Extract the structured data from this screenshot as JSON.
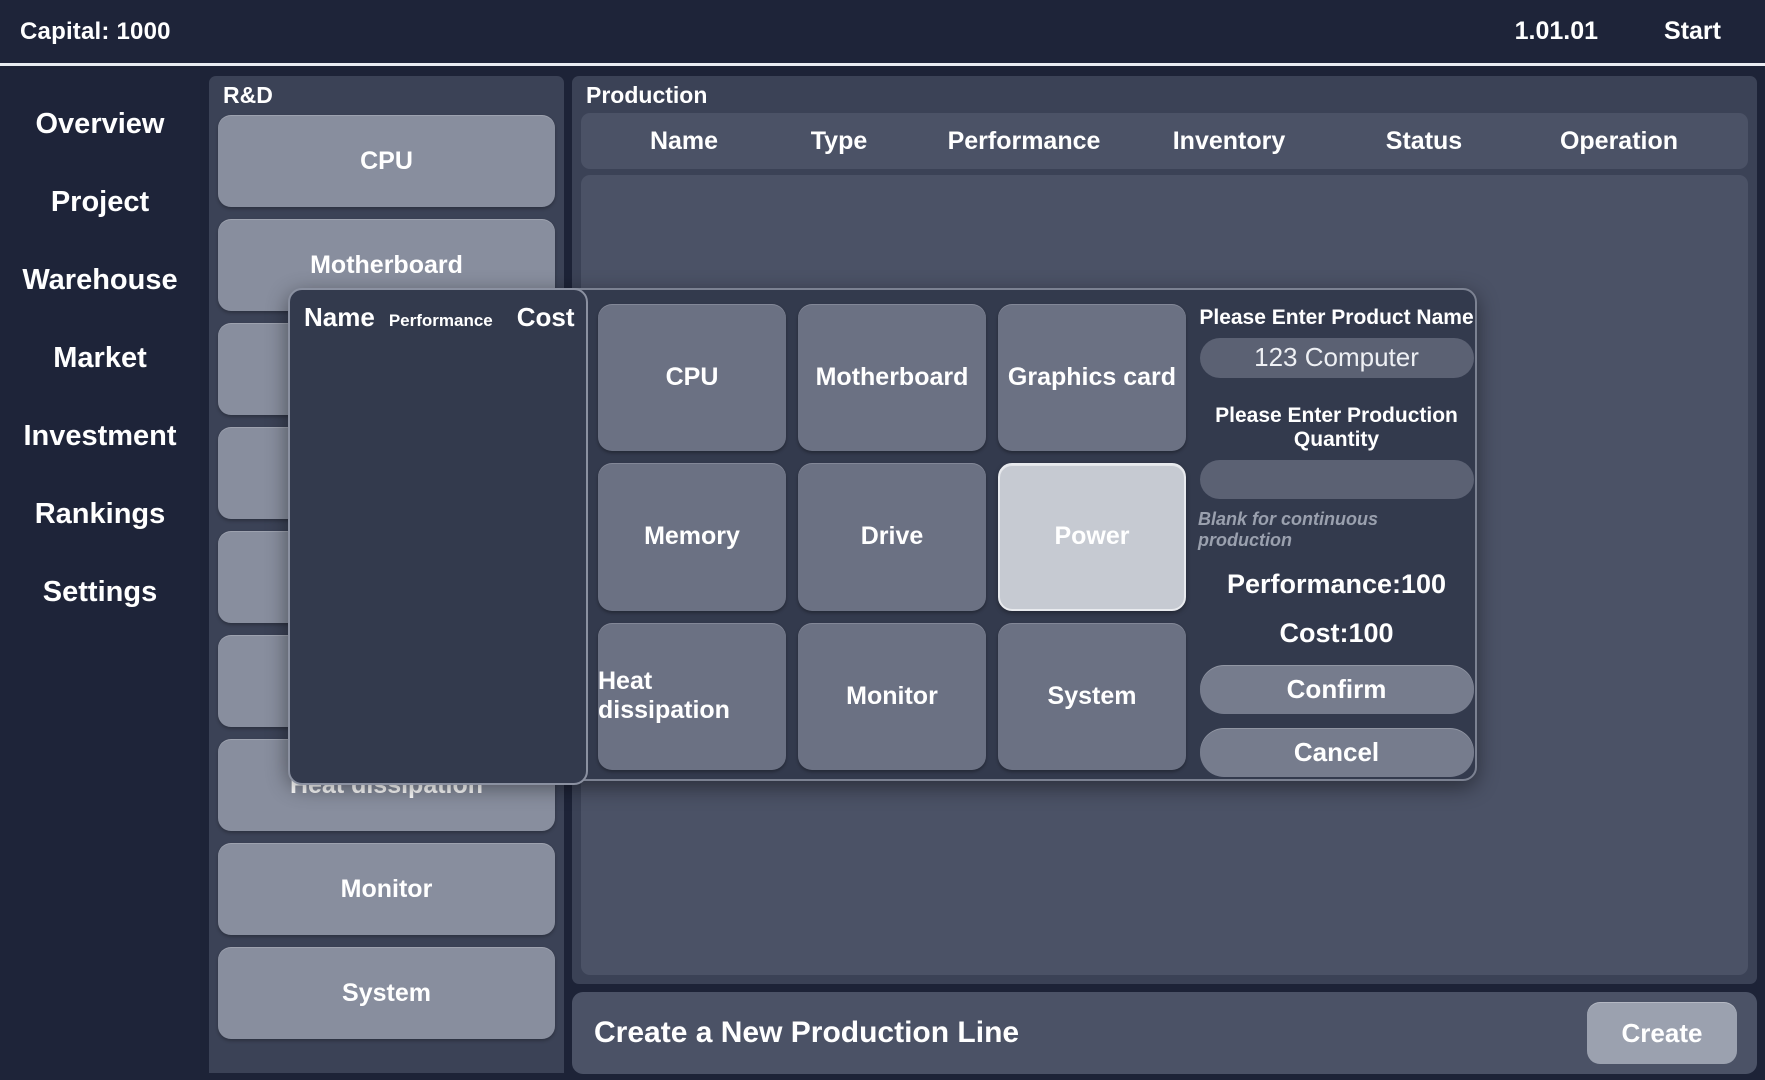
{
  "topbar": {
    "capital_label": "Capital: 1000",
    "date": "1.01.01",
    "start_label": "Start"
  },
  "sidebar": {
    "items": [
      {
        "label": "Overview"
      },
      {
        "label": "Project"
      },
      {
        "label": "Warehouse"
      },
      {
        "label": "Market"
      },
      {
        "label": "Investment"
      },
      {
        "label": "Rankings"
      },
      {
        "label": "Settings"
      }
    ]
  },
  "rd_panel": {
    "title": "R&D",
    "items": [
      {
        "label": "CPU"
      },
      {
        "label": "Motherboard"
      },
      {
        "label": ""
      },
      {
        "label": ""
      },
      {
        "label": ""
      },
      {
        "label": ""
      },
      {
        "label": "Heat dissipation"
      },
      {
        "label": "Monitor"
      },
      {
        "label": "System"
      }
    ]
  },
  "production": {
    "title": "Production",
    "columns": [
      "Name",
      "Type",
      "Performance",
      "Inventory",
      "Status",
      "Operation"
    ],
    "rows": []
  },
  "create_bar": {
    "label": "Create a New Production Line",
    "button_label": "Create"
  },
  "modal": {
    "left_panel": {
      "col_name": "Name",
      "col_performance": "Performance",
      "col_cost": "Cost",
      "rows": []
    },
    "components": [
      {
        "label": "CPU",
        "selected": false
      },
      {
        "label": "Motherboard",
        "selected": false
      },
      {
        "label": "Graphics card",
        "selected": false
      },
      {
        "label": "Memory",
        "selected": false
      },
      {
        "label": "Drive",
        "selected": false
      },
      {
        "label": "Power",
        "selected": true
      },
      {
        "label": "Heat dissipation",
        "selected": false
      },
      {
        "label": "Monitor",
        "selected": false
      },
      {
        "label": "System",
        "selected": false
      }
    ],
    "form": {
      "name_label": "Please Enter Product Name",
      "name_value": "123 Computer",
      "qty_label": "Please Enter Production Quantity",
      "qty_value": "",
      "qty_placeholder": "",
      "hint": "Blank for continuous production",
      "performance": "Performance:100",
      "cost": "Cost:100",
      "confirm_label": "Confirm",
      "cancel_label": "Cancel"
    }
  },
  "colors": {
    "bg_dark": "#1d2337",
    "panel": "#3b4256",
    "panel_light": "#4b5266",
    "item": "#888e9e",
    "selected": "#c6cad2",
    "text": "#ffffff"
  }
}
